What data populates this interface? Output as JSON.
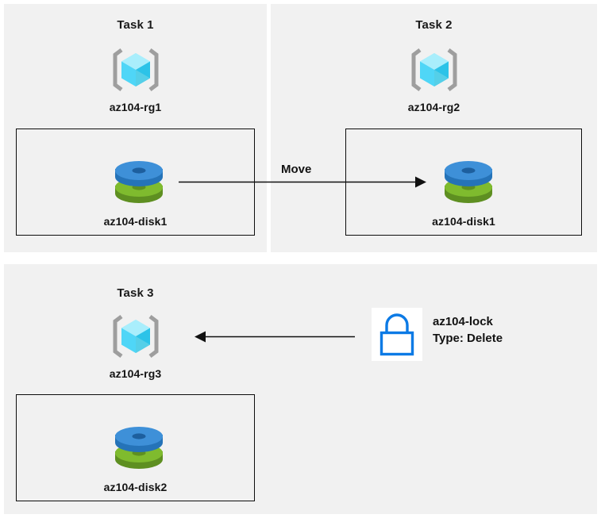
{
  "diagram": {
    "background_color": "#ffffff",
    "panel_color": "#f1f1f1",
    "line_color": "#111111",
    "accent_cyan": "#56d7f5",
    "accent_blue": "#3e90d8",
    "accent_green": "#7cb530",
    "lock_blue": "#0c7ae5"
  },
  "panels": [
    {
      "id": "task1",
      "title": "Task 1",
      "resource_group": {
        "icon": "resource-group-cube-icon",
        "label": "az104-rg1"
      },
      "resource": {
        "icon": "managed-disk-icon",
        "label": "az104-disk1"
      }
    },
    {
      "id": "task2",
      "title": "Task 2",
      "resource_group": {
        "icon": "resource-group-cube-icon",
        "label": "az104-rg2"
      },
      "resource": {
        "icon": "managed-disk-icon",
        "label": "az104-disk1"
      }
    },
    {
      "id": "task3",
      "title": "Task 3",
      "resource_group": {
        "icon": "resource-group-cube-icon",
        "label": "az104-rg3"
      },
      "resource": {
        "icon": "managed-disk-icon",
        "label": "az104-disk2"
      }
    }
  ],
  "connectors": {
    "move": {
      "label": "Move",
      "direction": "right",
      "from": "az104-disk1 in az104-rg1",
      "to": "az104-disk1 in az104-rg2"
    },
    "lock": {
      "direction": "left",
      "from": "az104-lock",
      "to": "az104-rg3"
    }
  },
  "lock": {
    "icon": "padlock-icon",
    "name": "az104-lock",
    "type_line": "Type: Delete"
  }
}
